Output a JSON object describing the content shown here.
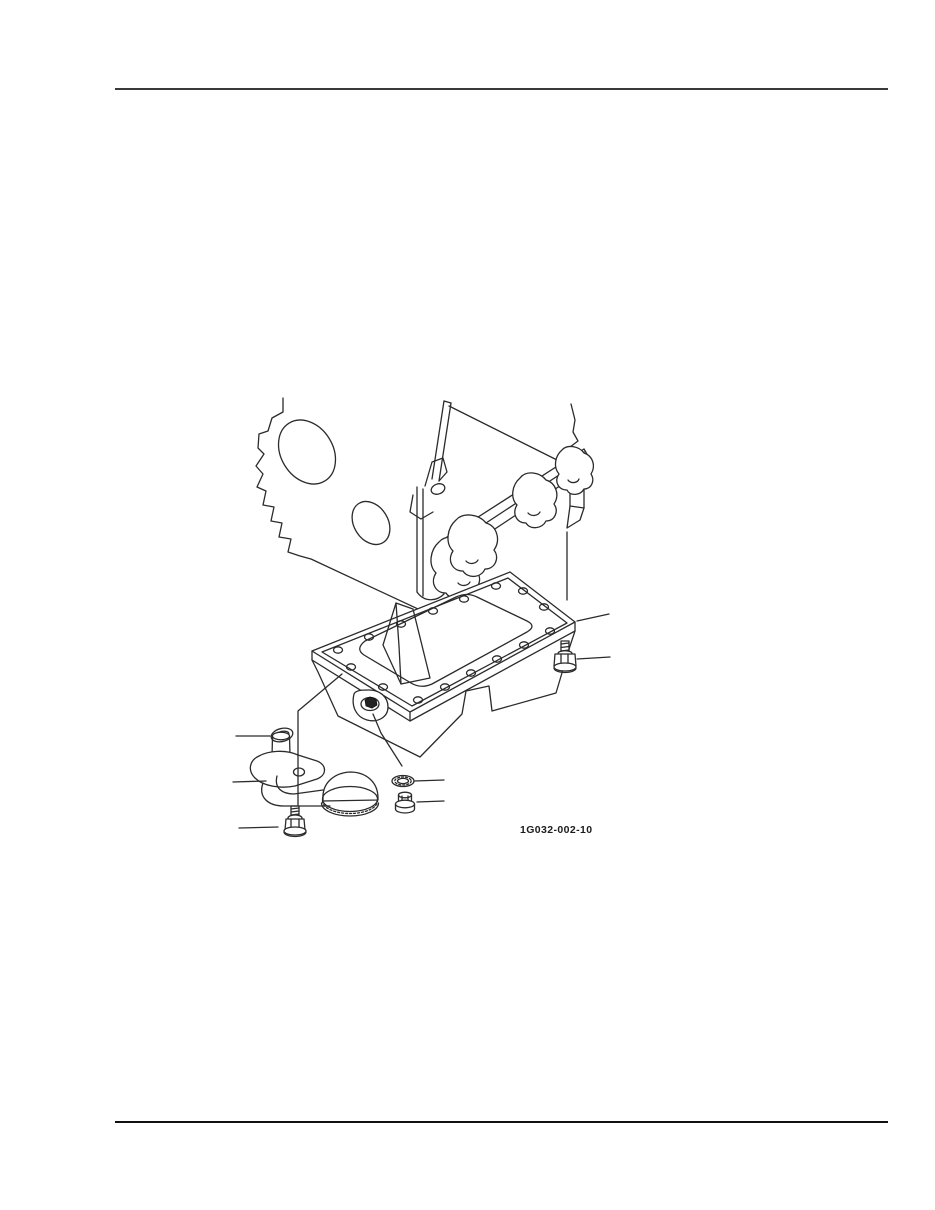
{
  "page": {
    "background_color": "#ffffff",
    "drawing_line_color": "#2b2b2b",
    "top_rule_color": "#3a3a3a",
    "bottom_rule_color": "#101010"
  },
  "figure": {
    "code": "1G032-002-10",
    "kind": "exploded-parts-line-drawing",
    "subject": "engine crankcase bottom with oil pan, oil strainer, drain plug and mounting bolts",
    "parts": [
      {
        "name": "engine-crankcase"
      },
      {
        "name": "oil-pan"
      },
      {
        "name": "oil-pan-drain-boss"
      },
      {
        "name": "o-ring"
      },
      {
        "name": "oil-strainer"
      },
      {
        "name": "strainer-mounting-bolt"
      },
      {
        "name": "sealing-washer"
      },
      {
        "name": "drain-plug"
      },
      {
        "name": "oil-pan-bolt"
      }
    ],
    "callout_leader_count": 8
  }
}
